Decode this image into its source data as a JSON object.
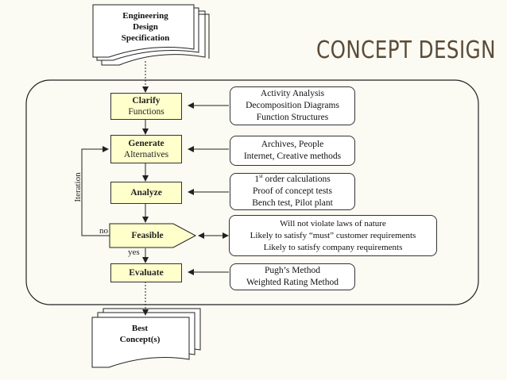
{
  "title": "CONCEPT DESIGN",
  "spec_doc": [
    "Engineering",
    "Design",
    "Specification"
  ],
  "best_doc": [
    "Best",
    "Concept(s)"
  ],
  "steps": {
    "clarify": [
      "Clarify",
      "Functions"
    ],
    "generate": [
      "Generate",
      "Alternatives"
    ],
    "analyze": "Analyze",
    "feasible": "Feasible",
    "evaluate": "Evaluate"
  },
  "labels": {
    "iteration": "Iteration",
    "no": "no",
    "yes": "yes"
  },
  "info": {
    "clarify": [
      "Activity Analysis",
      "Decomposition Diagrams",
      "Function Structures"
    ],
    "generate": [
      "Archives, People",
      "Internet, Creative methods"
    ],
    "analyze": {
      "line1_sup": "st",
      "line1_num": "1",
      "line1_rest": " order calculations",
      "line2": "Proof of concept tests",
      "line3": "Bench test, Pilot plant"
    },
    "feasible": [
      "Will not violate laws of nature",
      "Likely to satisfy “must” customer requirements",
      "Likely to satisfy company requirements"
    ],
    "evaluate": [
      "Pugh’s Method",
      "Weighted Rating Method"
    ]
  },
  "colors": {
    "fill": "#ffffcc",
    "title": "#5a4b37",
    "background": "#fbfaf3"
  }
}
